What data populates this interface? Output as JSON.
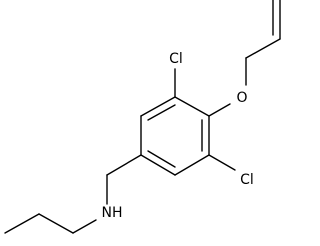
{
  "diagram": {
    "type": "chemical-structure",
    "atom_labels": {
      "chlorine_top": "Cl",
      "chlorine_bottom": "Cl",
      "oxygen": "O",
      "amine": "NH"
    },
    "colors": {
      "bond": "#000000",
      "label": "#000000",
      "background": "#ffffff"
    }
  }
}
